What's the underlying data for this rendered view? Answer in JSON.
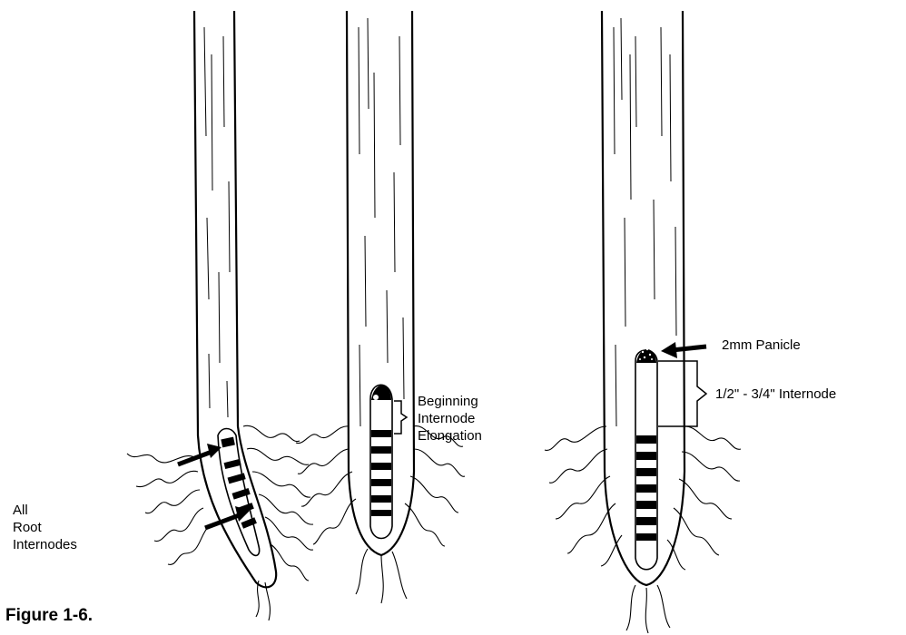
{
  "labels": {
    "all_root_internodes": [
      "All",
      "Root",
      "Internodes"
    ],
    "beginning": [
      "Beginning",
      "Internode",
      "Elongation"
    ],
    "panicle": "2mm Panicle",
    "internode": "1/2\" - 3/4\" Internode"
  },
  "caption": "Figure 1-6."
}
